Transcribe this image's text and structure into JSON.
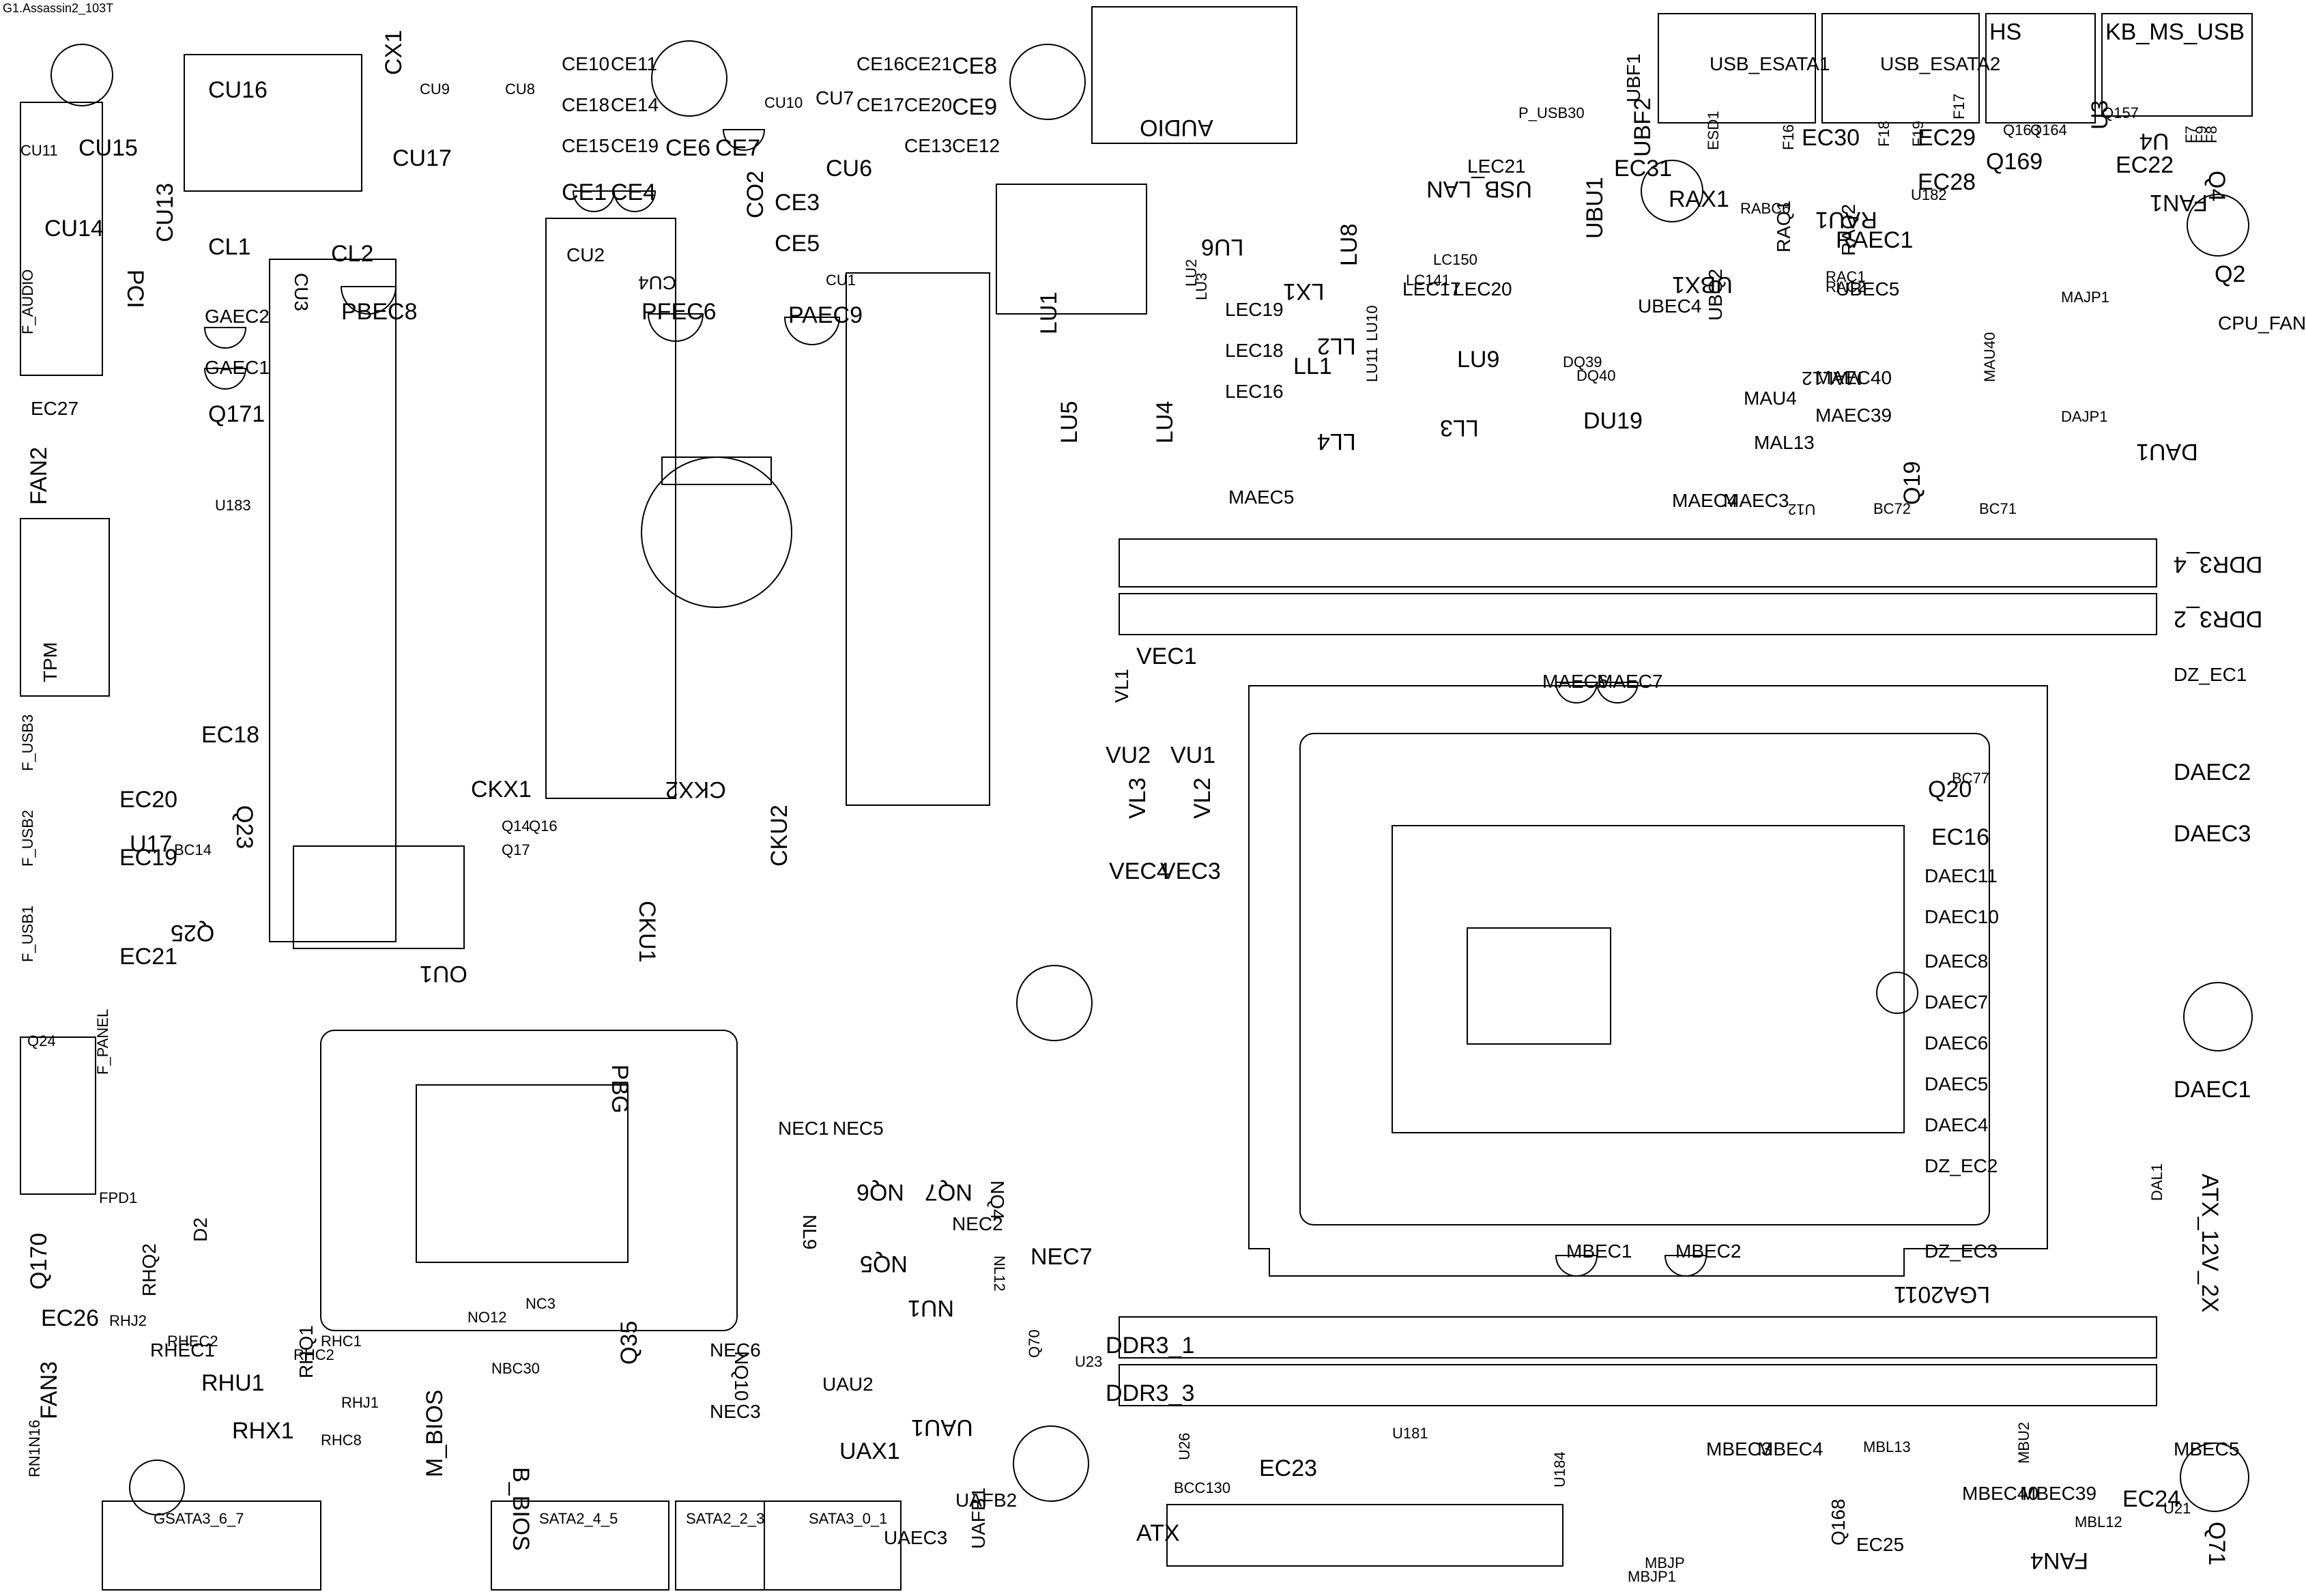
{
  "title": "G1.Assassin2_103T",
  "labels": [
    "CU16",
    "CX1",
    "CU9",
    "CU8",
    "CE10",
    "CE11",
    "CE18",
    "CE14",
    "CE15",
    "CE19",
    "CE6",
    "CE7",
    "CE1",
    "CE4",
    "CO2",
    "CE3",
    "CE5",
    "CU10",
    "CU7",
    "CE16",
    "CE21",
    "CE8",
    "CE17",
    "CE20",
    "CE9",
    "CE13",
    "CE12",
    "CU6",
    "CU17",
    "CU15",
    "CU11",
    "CU14",
    "CU13",
    "PCI",
    "CL1",
    "CL2",
    "CU3",
    "CU2",
    "CU4",
    "CU1",
    "PBEC8",
    "PFEC6",
    "PAEC9",
    "GAEC2",
    "GAEC1",
    "EC27",
    "FAN2",
    "TPM",
    "Q171",
    "U183",
    "EC18",
    "Q23",
    "EC20",
    "U17",
    "EC19",
    "Q25",
    "EC21",
    "CKX1",
    "CKX2",
    "CKU2",
    "CKU1",
    "OU1",
    "AUDIO",
    "LU6",
    "LU1",
    "LU5",
    "LU4",
    "LU8",
    "LX1",
    "LL1",
    "LL2",
    "LL3",
    "LL4",
    "LU9",
    "LEC19",
    "LEC18",
    "LEC16",
    "LEC17",
    "LEC20",
    "LEC21",
    "USB_LAN",
    "UBF2",
    "UBF1",
    "EC31",
    "UBU1",
    "UBX1",
    "UBEC4",
    "UBQ2",
    "RAX1",
    "RAU1",
    "RAEC1",
    "RAQ1",
    "RAQ2",
    "UBEC5",
    "USB_ESATA1",
    "USB_ESATA2",
    "HS",
    "KB_MS_USB",
    "EC30",
    "EC29",
    "EC28",
    "Q169",
    "U182",
    "U3",
    "U4",
    "EC22",
    "Q4",
    "FAN1",
    "Q2",
    "CPU_FAN",
    "MAJP1",
    "DAJP1",
    "DAU1",
    "MAU40",
    "MAL12",
    "MAL13",
    "MAU4",
    "MAEC40",
    "MAEC39",
    "MAEC4",
    "MAEC3",
    "MAEC5",
    "DU19",
    "Q19",
    "U12",
    "DDR3_4",
    "DDR3_2",
    "DDR3_1",
    "DDR3_3",
    "VEC1",
    "VL1",
    "VU2",
    "VU1",
    "VL3",
    "VL2",
    "VEC4",
    "VEC3",
    "MAEC6",
    "MAEC7",
    "Q20",
    "EC16",
    "DZ_EC1",
    "DAEC2",
    "DAEC3",
    "DAEC11",
    "DAEC10",
    "DAEC8",
    "DAEC7",
    "DAEC6",
    "DAEC5",
    "DAEC4",
    "DAEC1",
    "DZ_EC2",
    "DZ_EC3",
    "LGA2011",
    "ATX_12V_2X",
    "MBEC1",
    "MBEC2",
    "PBG",
    "NEC1",
    "NEC5",
    "NQ7",
    "NQ6",
    "NQ4",
    "NL9",
    "NQ5",
    "NEC2",
    "NL12",
    "NEC7",
    "NU1",
    "NEC6",
    "NQ10",
    "NEC3",
    "Q35",
    "UAU2",
    "UAU1",
    "UAX1",
    "UAFB2",
    "UAEC3",
    "UAFB1",
    "Q70",
    "ATX",
    "EC23",
    "U181",
    "U184",
    "MBEC3",
    "MBEC4",
    "MBL13",
    "MBJP1",
    "Q168",
    "EC25",
    "FAN4",
    "MBEC40",
    "MBEC39",
    "MBU2",
    "MBEC5",
    "MBL12",
    "EC24",
    "Q71",
    "Q170",
    "EC26",
    "FAN3",
    "RHQ2",
    "RHEC1",
    "RHU1",
    "RHQ1",
    "RHX1",
    "M_BIOS",
    "B_BIOS",
    "GSATA3_6_7",
    "SATA2_4_5",
    "SATA2_2_3",
    "SATA3_0_1",
    "F_AUDIO",
    "F_USB3",
    "F_USB2",
    "F_USB1",
    "F_PANEL",
    "P_USB30",
    "ESD1",
    "F16",
    "F18",
    "F19",
    "F17",
    "Q157",
    "Q163",
    "Q164",
    "F7",
    "F9",
    "F8",
    "LU3",
    "LU2",
    "LU10",
    "LU11",
    "LC150",
    "LC141",
    "FPD1",
    "D2",
    "BC14",
    "BC72",
    "BC71",
    "BC77",
    "Q24",
    "Q14",
    "Q16",
    "Q17",
    "U23",
    "U21",
    "U26",
    "BCC130",
    "NBC30",
    "NO12",
    "NC3",
    "MBJP",
    "DAL1",
    "RAC1",
    "RAC2",
    "RABC6",
    "DQ39",
    "DQ40",
    "RHC1",
    "RHC2",
    "RHC8",
    "RHJ1",
    "RHJ2",
    "RHEC2",
    "RN1N16"
  ],
  "connectors": {
    "audio": "AUDIO",
    "usb_lan": "USB_LAN",
    "usb_esata1": "USB_ESATA1",
    "usb_esata2": "USB_ESATA2",
    "hs": "HS",
    "kb_ms_usb": "KB_MS_USB",
    "ddr": [
      "DDR3_4",
      "DDR3_2",
      "DDR3_1",
      "DDR3_3"
    ],
    "socket": "LGA2011",
    "atx": "ATX",
    "atx12v": "ATX_12V_2X",
    "sata": [
      "GSATA3_6_7",
      "SATA2_4_5",
      "SATA2_2_3",
      "SATA3_0_1"
    ],
    "fans": [
      "FAN1",
      "FAN2",
      "FAN3",
      "FAN4",
      "CPU_FAN"
    ]
  }
}
